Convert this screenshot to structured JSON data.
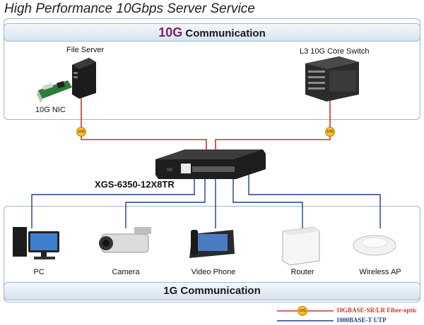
{
  "title": "High Performance 10Gbps Server Service",
  "top_band": {
    "accent": "10G",
    "rest": " Communication"
  },
  "bottom_band": {
    "text": "1G Communication"
  },
  "devices": {
    "file_server": "File Server",
    "nic": "10G NIC",
    "core_switch": "L3 10G Core Switch",
    "main_switch": "XGS-6350-12X8TR",
    "pc": "PC",
    "camera": "Camera",
    "video_phone": "Video Phone",
    "router": "Router",
    "wireless_ap": "Wireless AP"
  },
  "fiber_tag": "10G",
  "legend": {
    "fiber": "10GBASE-SR/LR Fiber-optic",
    "utp": "1000BASE-T UTP",
    "fiber_color": "#c0392b",
    "utp_color": "#1f3f8a"
  }
}
